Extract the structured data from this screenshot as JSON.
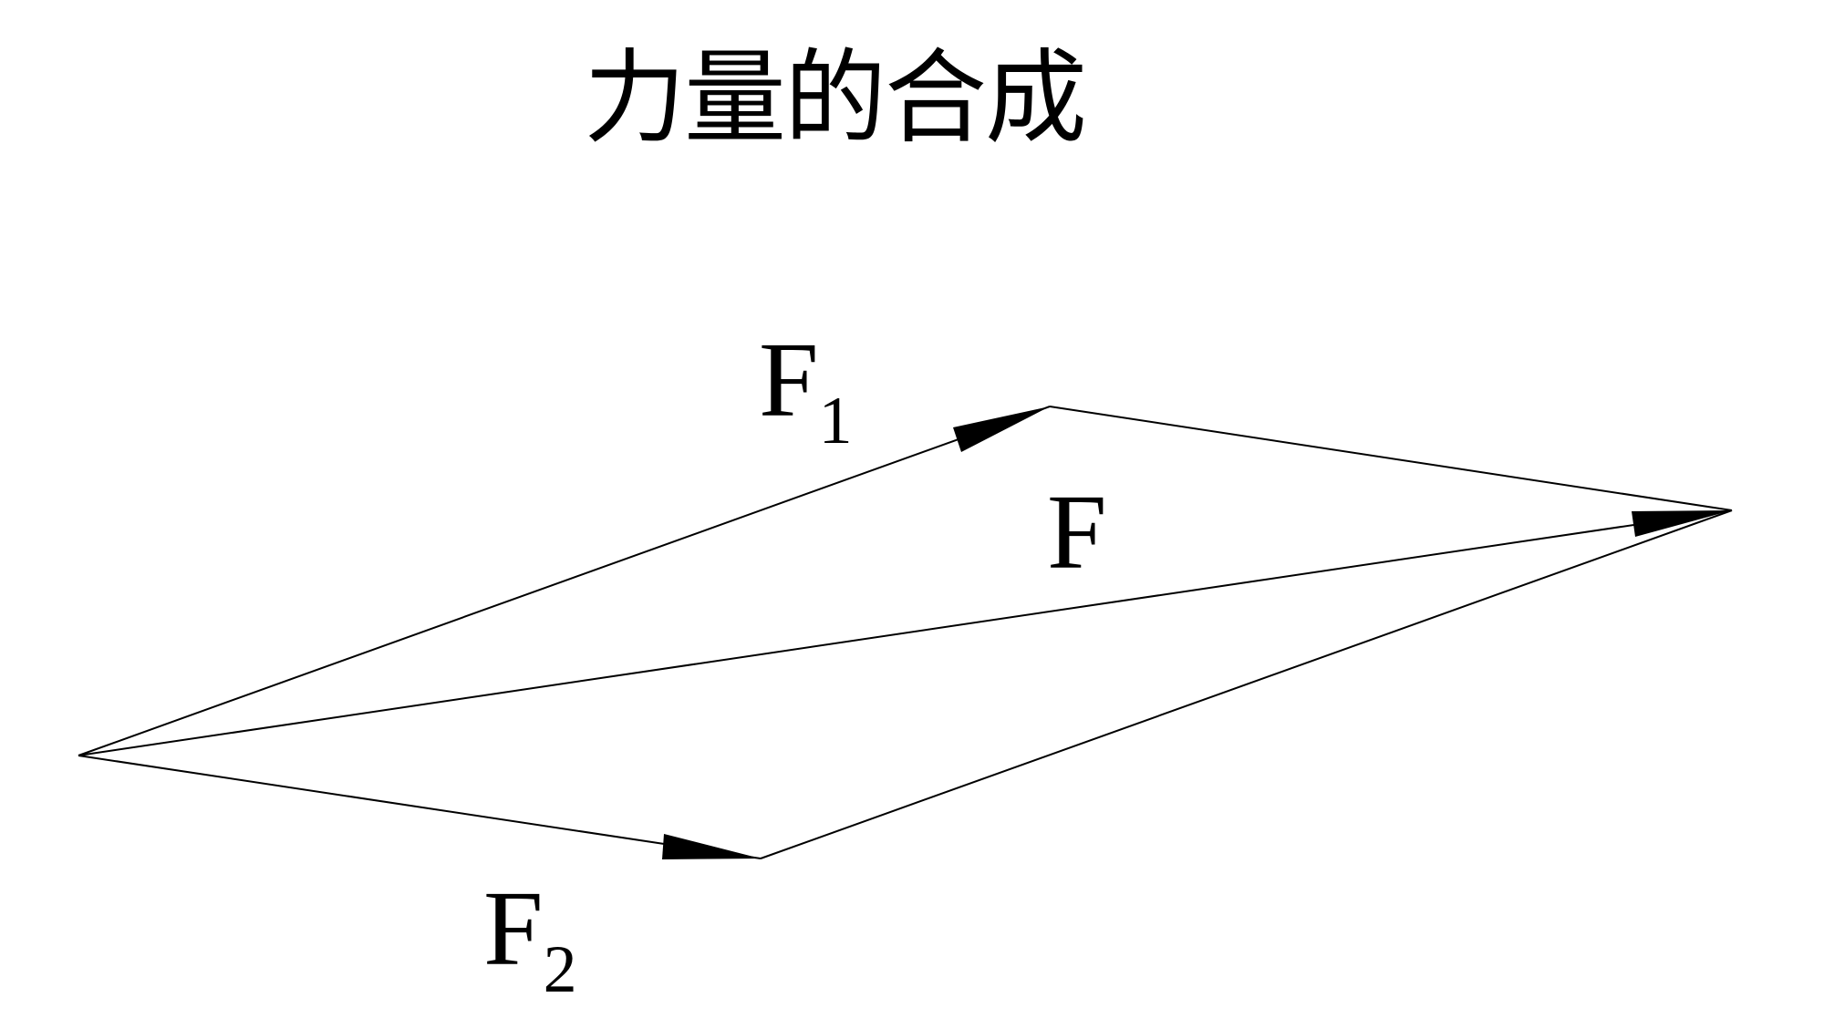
{
  "title": "力量的合成",
  "labels": {
    "f1": {
      "main": "F",
      "sub": "1"
    },
    "f": {
      "main": "F",
      "sub": ""
    },
    "f2": {
      "main": "F",
      "sub": "2"
    }
  },
  "colors": {
    "stroke": "#000000",
    "background": "#ffffff"
  }
}
